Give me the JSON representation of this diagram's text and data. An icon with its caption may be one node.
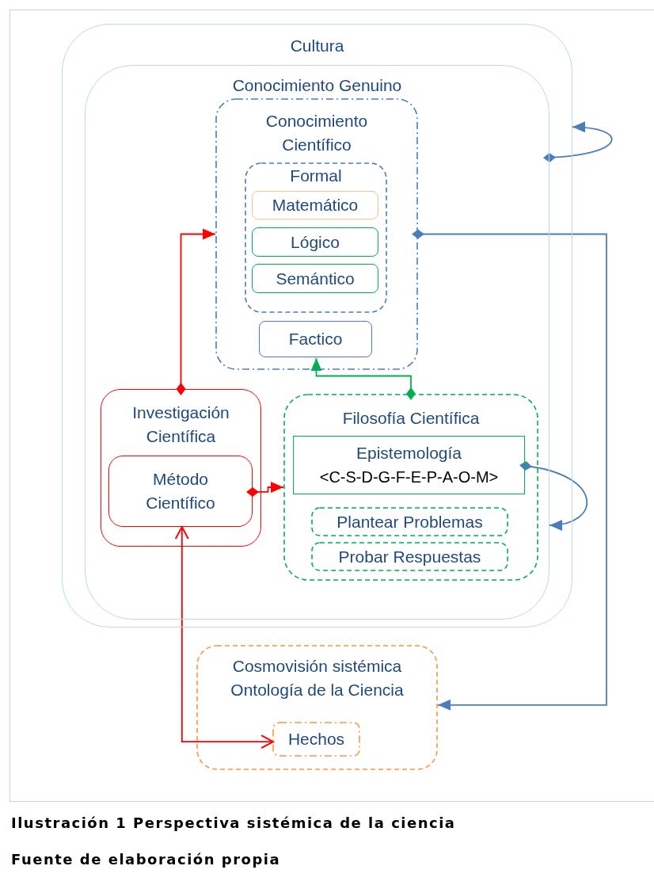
{
  "diagram": {
    "caption": "Ilustración 1 Perspectiva sistémica de la ciencia",
    "nodes": [
      {
        "text": [
          "Cultura"
        ]
      },
      {
        "text": [
          "Conocimiento Genuino"
        ],
        "in": 0
      },
      {
        "text": [
          "Conocimiento Científico"
        ],
        "in": 1
      },
      {
        "text": [
          "Formal"
        ],
        "in": 2
      },
      {
        "text": [
          "Matemático"
        ],
        "in": 3
      },
      {
        "text": [
          "Lógico"
        ],
        "in": 3
      },
      {
        "text": [
          "Semántico"
        ],
        "in": 3
      },
      {
        "text": [
          "Factico"
        ],
        "in": 2
      },
      {
        "text": [
          "Investigación Científica"
        ],
        "in": 1
      },
      {
        "text": [
          "Método Científico"
        ],
        "in": 8
      },
      {
        "text": [
          "Filosofía Científica"
        ],
        "in": 1
      },
      {
        "text": [
          "Epistemología",
          "<C-S-D-G-F-E-P-A-O-M>"
        ],
        "in": 10
      },
      {
        "text": [
          "Plantear Problemas"
        ],
        "in": 10
      },
      {
        "text": [
          "Probar Respuestas"
        ],
        "in": 10
      },
      {
        "text": [
          "Cosmovisión sistémica",
          "Ontología de la Ciencia"
        ]
      },
      {
        "text": [
          "Hechos"
        ],
        "in": 14
      }
    ],
    "edges": [
      {
        "from": 1,
        "to": 0,
        "arrow": "to",
        "color": "#4a7ebb"
      },
      {
        "from": 8,
        "to": 2,
        "arrow": "to",
        "color": "#ff0000"
      },
      {
        "from": 10,
        "to": 7,
        "arrow": "to",
        "color": "#00b050"
      },
      {
        "from": 9,
        "to": 10,
        "arrow": "to",
        "color": "#ff0000"
      },
      {
        "from": 11,
        "to": 1,
        "arrow": "to",
        "color": "#4a7ebb"
      },
      {
        "from": 2,
        "to": 14,
        "arrow": "to",
        "color": "#4a7ebb"
      },
      {
        "from": 9,
        "to": 15,
        "arrow": "both",
        "color": "#ff0000"
      }
    ],
    "labels": [
      "Fuente de elaboración propia"
    ]
  }
}
